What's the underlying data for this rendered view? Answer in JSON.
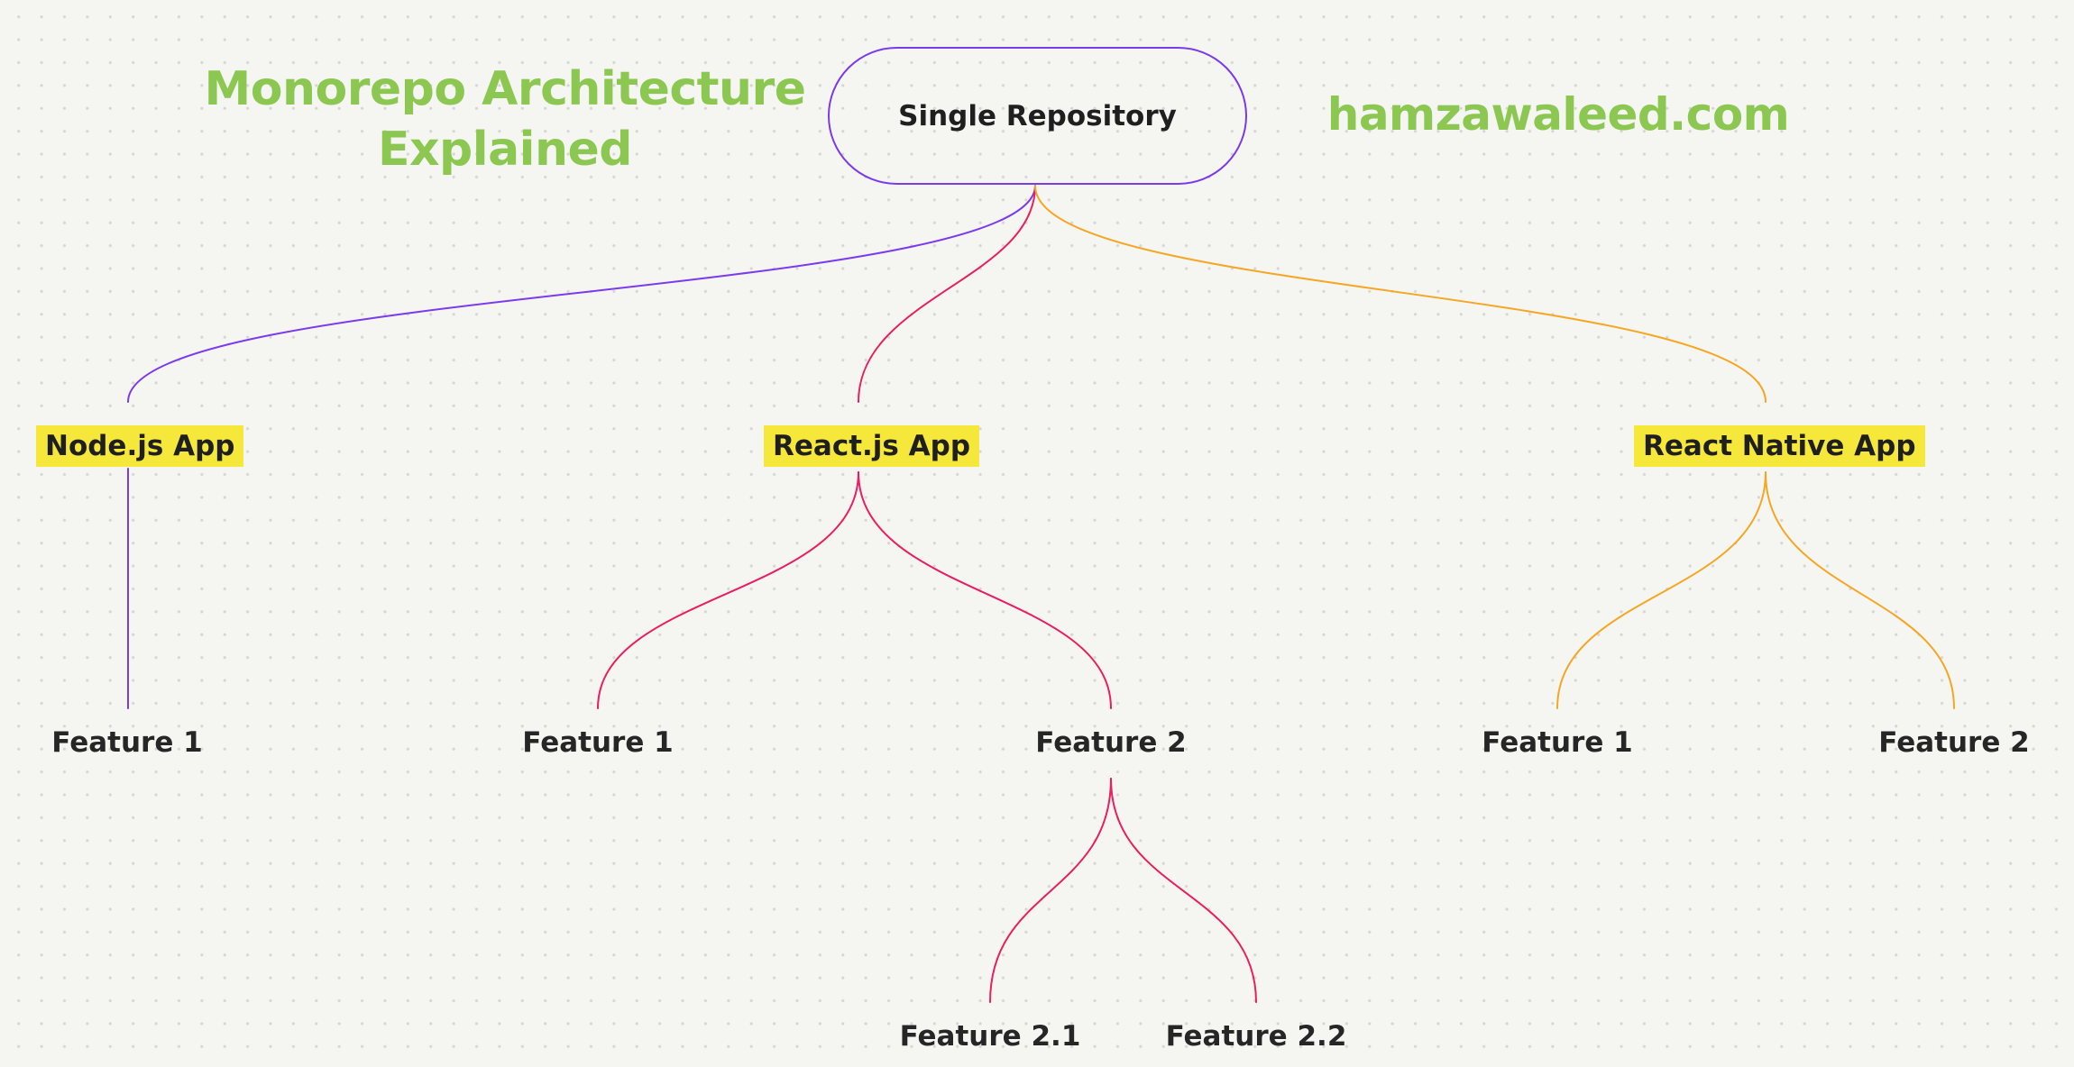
{
  "canvas": {
    "background": "#f5f5f2",
    "dot_color": "#d7d5d1"
  },
  "colors": {
    "purple": "#7c3aed",
    "pink": "#e91e63",
    "orange": "#f5a623",
    "green": "#8cc752",
    "highlight_yellow": "#f6e73b",
    "text_dark": "#1f1f1f"
  },
  "title": {
    "line1": "Monorepo Architecture",
    "line2": "Explained"
  },
  "watermark": "hamzawaleed.com",
  "tree": {
    "root": {
      "label": "Single Repository"
    },
    "branches": [
      {
        "label": "Node.js App",
        "color": "#7c3aed",
        "children": [
          {
            "label": "Feature 1"
          }
        ]
      },
      {
        "label": "React.js App",
        "color": "#e91e63",
        "children": [
          {
            "label": "Feature 1"
          },
          {
            "label": "Feature 2",
            "children": [
              {
                "label": "Feature 2.1"
              },
              {
                "label": "Feature 2.2"
              }
            ]
          }
        ]
      },
      {
        "label": "React Native App",
        "color": "#f5a623",
        "children": [
          {
            "label": "Feature 1"
          },
          {
            "label": "Feature 2"
          }
        ]
      }
    ]
  }
}
